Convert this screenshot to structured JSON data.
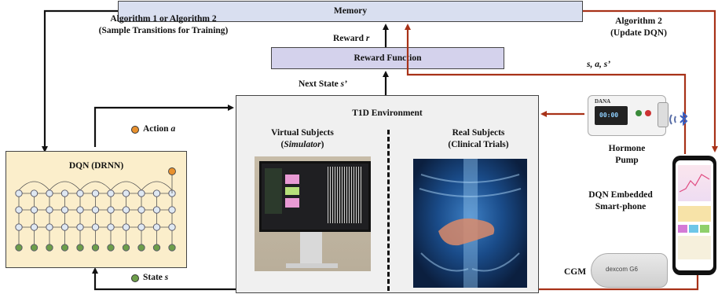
{
  "memory": {
    "label": "Memory"
  },
  "reward_function": {
    "label": "Reward Function"
  },
  "labels": {
    "algo_left_1": "Algorithm 1 or Algorithm 2",
    "algo_left_2": "(Sample Transitions for Training)",
    "algo_right_1": "Algorithm 2",
    "algo_right_2": "(Update DQN)",
    "reward_r": "Reward",
    "reward_r_var": "r",
    "next_state": "Next State",
    "next_state_var": "s’",
    "sas": "s, a, s’",
    "action": "Action",
    "action_var": "a",
    "state": "State",
    "state_var": "s",
    "cgm": "CGM"
  },
  "dqn": {
    "title": "DQN (DRNN)"
  },
  "environment": {
    "title": "T1D Environment",
    "virtual_1": "Virtual Subjects",
    "virtual_2": "Simulator",
    "real_1": "Real Subjects",
    "real_2": "(Clinical Trials)"
  },
  "pump": {
    "label_1": "Hormone",
    "label_2": "Pump",
    "brand": "DANA",
    "display": "00:00"
  },
  "phone": {
    "label_1": "DQN Embedded",
    "label_2": "Smart-phone"
  },
  "cgm_device": {
    "brand": "dexcom G6"
  },
  "colors": {
    "black_arrow": "#111111",
    "red_arrow": "#a83218",
    "memory_fill": "#d9dff0",
    "reward_fill": "#d4d2ec",
    "dqn_fill": "#fbeecb",
    "env_fill": "#f0f0f0",
    "orange_dot": "#e8912e",
    "green_dot": "#6d9e4a"
  }
}
